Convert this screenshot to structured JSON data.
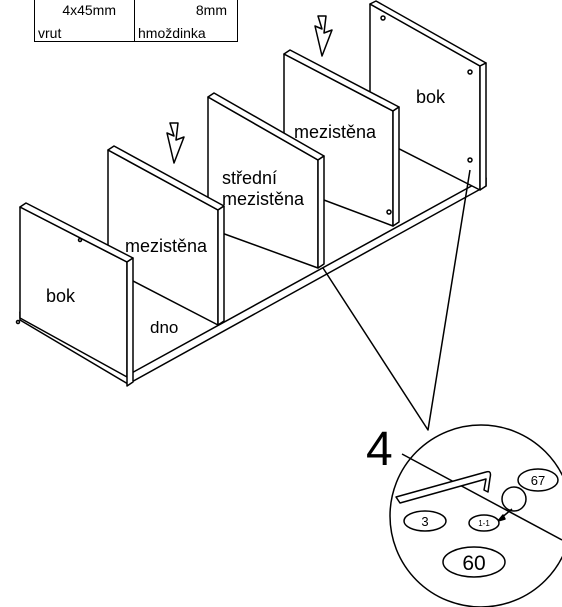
{
  "hardware": [
    {
      "size": "4x45mm",
      "name": "vrut"
    },
    {
      "size": "8mm",
      "name": "hmoždinka"
    }
  ],
  "panels": {
    "left_side": "bok",
    "bottom": "dno",
    "divider_left": "mezistěna",
    "middle_divider_line1": "střední",
    "middle_divider_line2": "mezistěna",
    "divider_right": "mezistěna",
    "right_side": "bok"
  },
  "detail": {
    "step": "4",
    "parts": [
      "3",
      "60",
      "67"
    ],
    "cam_mark": "1-1"
  }
}
